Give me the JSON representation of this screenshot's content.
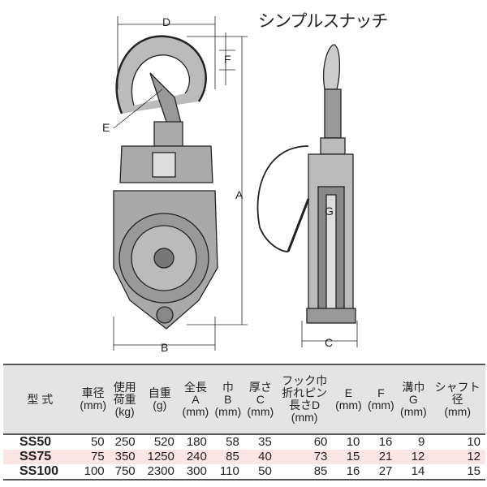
{
  "title": "シンプルスナッチ",
  "dims": {
    "A": "A",
    "B": "B",
    "C": "C",
    "D": "D",
    "E": "E",
    "F": "F",
    "G": "G"
  },
  "table": {
    "headers": [
      [
        "型 式"
      ],
      [
        "車径",
        "(mm)"
      ],
      [
        "使用",
        "荷重",
        "(kg)"
      ],
      [
        "自重",
        "(g)"
      ],
      [
        "全長",
        "A",
        "(mm)"
      ],
      [
        "巾",
        "B",
        "(mm)"
      ],
      [
        "厚さ",
        "C",
        "(mm)"
      ],
      [
        "フック巾",
        "折れピン",
        "長さD",
        "(mm)"
      ],
      [
        "E",
        "(mm)"
      ],
      [
        "F",
        "(mm)"
      ],
      [
        "溝巾",
        "G",
        "(mm)"
      ],
      [
        "シャフト",
        "径",
        "(mm)"
      ]
    ],
    "rows": [
      [
        "SS50",
        "50",
        "250",
        "520",
        "180",
        "58",
        "35",
        "60",
        "10",
        "16",
        "9",
        "10"
      ],
      [
        "SS75",
        "75",
        "350",
        "1250",
        "240",
        "85",
        "40",
        "73",
        "15",
        "21",
        "12",
        "12"
      ],
      [
        "SS100",
        "100",
        "750",
        "2300",
        "300",
        "110",
        "50",
        "85",
        "16",
        "27",
        "14",
        "15"
      ]
    ]
  },
  "colors": {
    "header_bg": "#e4e4e4",
    "highlight_row": "#fbe4e4"
  }
}
